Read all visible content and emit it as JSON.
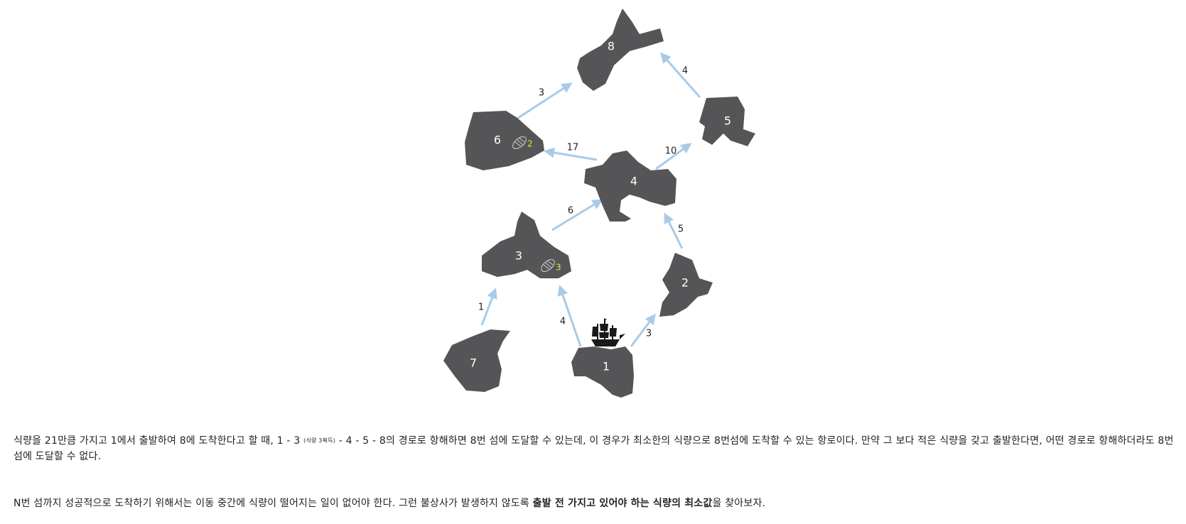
{
  "diagram": {
    "islands": [
      {
        "id": "1",
        "label": "1"
      },
      {
        "id": "2",
        "label": "2"
      },
      {
        "id": "3",
        "label": "3",
        "food": "3",
        "food_icon": "bread-icon"
      },
      {
        "id": "4",
        "label": "4"
      },
      {
        "id": "5",
        "label": "5"
      },
      {
        "id": "6",
        "label": "6",
        "food": "2",
        "food_icon": "bread-icon"
      },
      {
        "id": "7",
        "label": "7"
      },
      {
        "id": "8",
        "label": "8"
      }
    ],
    "edges": [
      {
        "from": "1",
        "to": "2",
        "weight": "3"
      },
      {
        "from": "1",
        "to": "3",
        "weight": "4"
      },
      {
        "from": "7",
        "to": "3",
        "weight": "1"
      },
      {
        "from": "3",
        "to": "4",
        "weight": "6"
      },
      {
        "from": "2",
        "to": "4",
        "weight": "5"
      },
      {
        "from": "4",
        "to": "6",
        "weight": "17"
      },
      {
        "from": "4",
        "to": "5",
        "weight": "10"
      },
      {
        "from": "6",
        "to": "8",
        "weight": "3"
      },
      {
        "from": "5",
        "to": "8",
        "weight": "4"
      }
    ],
    "ship_icon": "ship-icon"
  },
  "text": {
    "p1_a": "식량을 21만큼 가지고 1에서 출발하여 8에 도착한다고 할 때, 1 - 3",
    "p1_small": "(식량 3획득)",
    "p1_b": "- 4 - 5 - 8의 경로로 항해하면 8번 섬에 도달할 수 있는데, 이 경우가 최소한의 식량으로 8번섬에 도착할 수 있는 항로이다. 만약 그 보다 적은 식량을 갖고 출발한다면, 어떤 경로로 항해하더라도 8번 섬에 도달할 수 없다.",
    "p2_a": "N번 섬까지 성공적으로 도착하기 위해서는 이동 중간에 식량이 떨어지는 일이 없어야 한다. 그런 불상사가 발생하지 않도록 ",
    "p2_bold": "출발 전 가지고 있어야 하는 식량의 최소값",
    "p2_c": "을 찾아보자."
  }
}
